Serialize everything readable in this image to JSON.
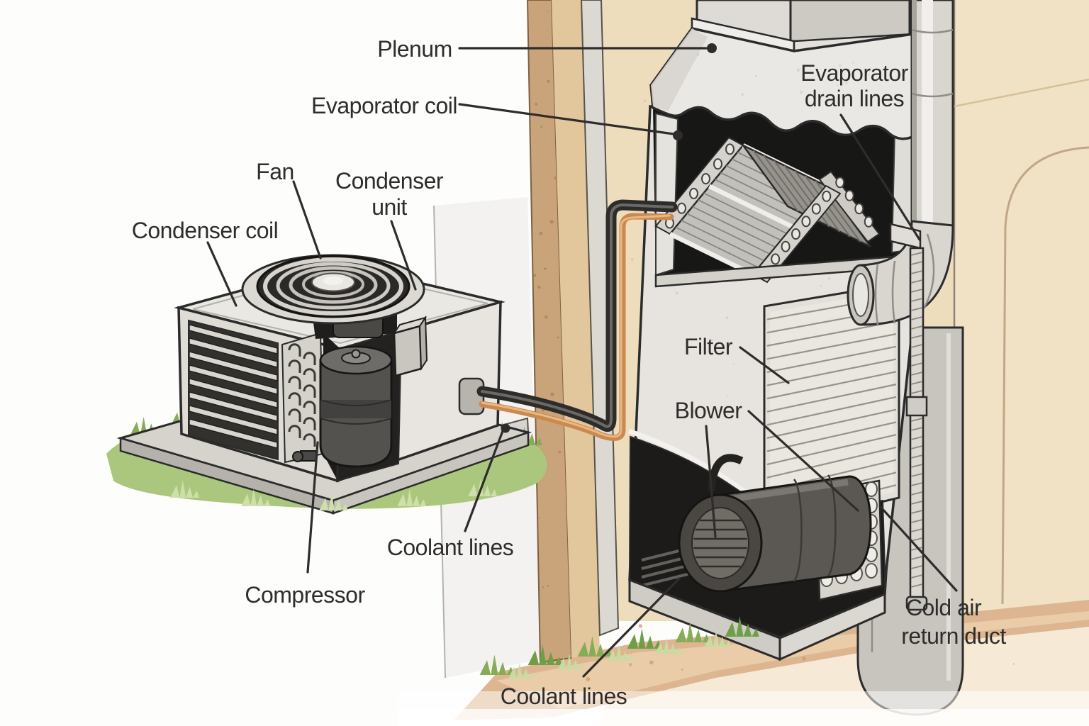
{
  "diagram": {
    "type": "illustration",
    "subject": "Air conditioning system cutaway diagram (outdoor condenser unit and indoor furnace/air handler)",
    "labels": {
      "plenum": "Plenum",
      "evaporator_coil": "Evaporator coil",
      "evaporator_drain_lines_1": "Evaporator",
      "evaporator_drain_lines_2": "drain lines",
      "fan": "Fan",
      "condenser_unit_1": "Condenser",
      "condenser_unit_2": "unit",
      "condenser_coil": "Condenser coil",
      "compressor": "Compressor",
      "coolant_lines_left": "Coolant lines",
      "filter": "Filter",
      "blower": "Blower",
      "cold_air_return_1": "Cold air",
      "cold_air_return_2": "return duct",
      "coolant_lines_bottom": "Coolant lines"
    },
    "colors": {
      "label_text": "#2e2d2b",
      "leader_line": "#2e2d2b",
      "metal_light": "#e9e7e2",
      "metal_mid": "#d7d4cf",
      "metal_dark": "#55524e",
      "interior_dark": "#1b1a19",
      "wall_beige": "#eeddbd",
      "wall_brown": "#c9a379",
      "wall_right": "#f2e2c5",
      "grass_green": "#abc77e",
      "dirt_tan": "#ddb691",
      "copper_pipe": "#c9894f",
      "coolant_black": "#2d2c2b"
    }
  }
}
